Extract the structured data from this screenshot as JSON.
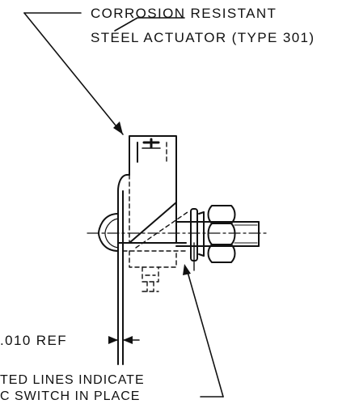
{
  "labels": {
    "actuator_line1": "CORROSION RESISTANT",
    "actuator_line2": "STEEL ACTUATOR (TYPE 301)",
    "dimension": ".010 REF",
    "note_line1": "TED LINES INDICATE",
    "note_line2": "C SWITCH IN PLACE"
  },
  "colors": {
    "ink": "#111111",
    "paper": "#ffffff"
  }
}
